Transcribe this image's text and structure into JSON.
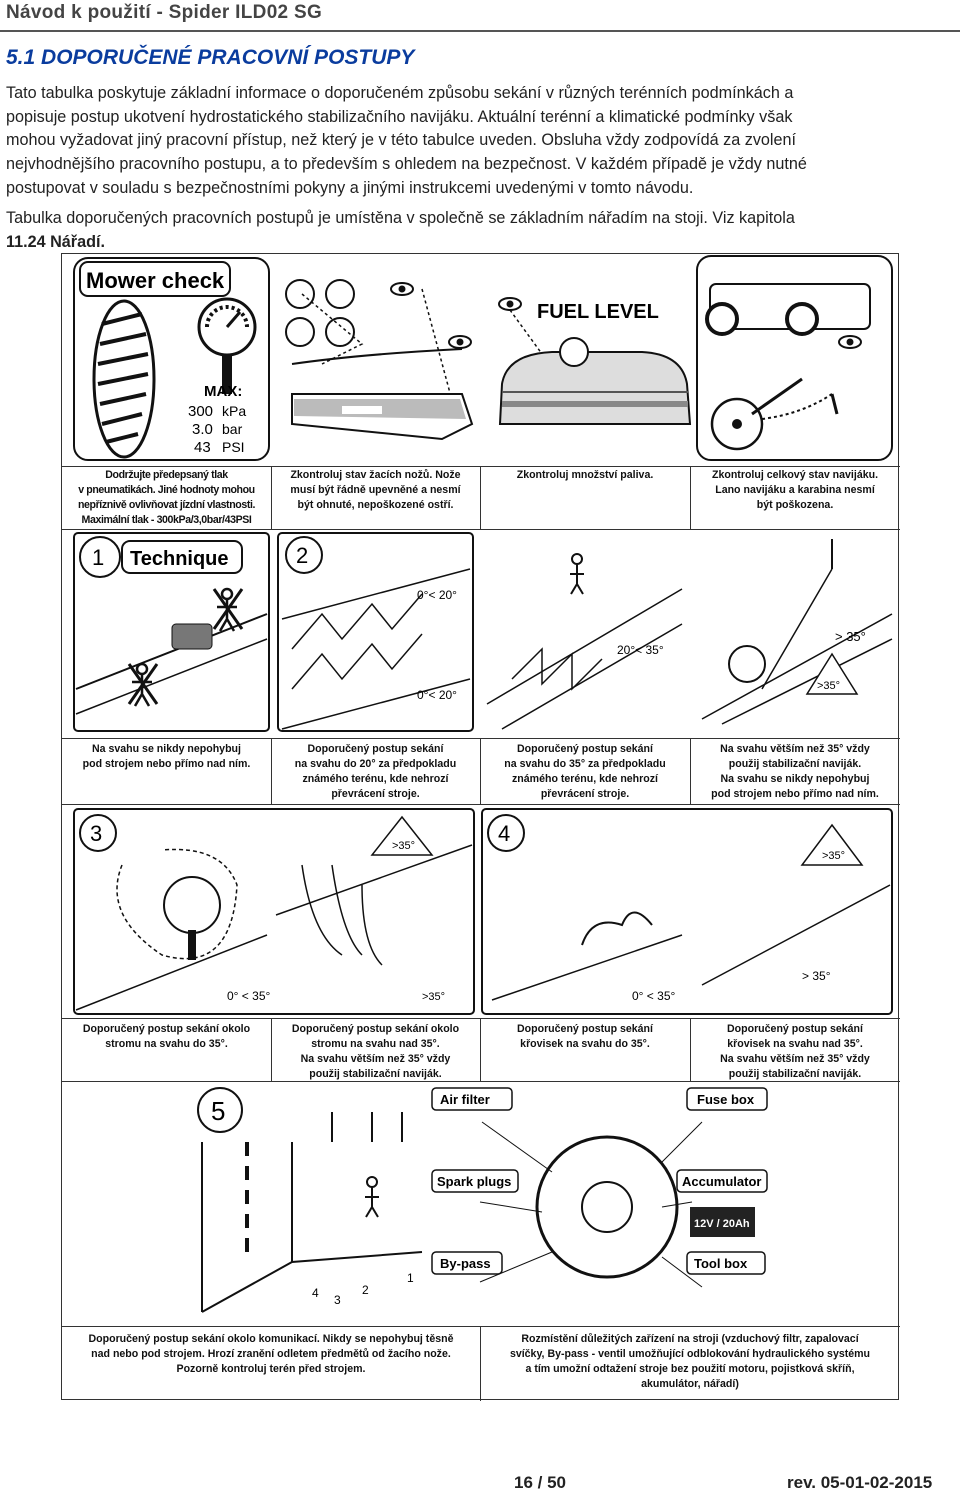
{
  "header": {
    "title": "Návod k použití - Spider ILD02 SG"
  },
  "section": {
    "title": "5.1 DOPORUČENÉ PRACOVNÍ POSTUPY"
  },
  "intro": {
    "p1_l1": "Tato tabulka poskytuje základní informace o doporučeném způsobu sekání v různých terénních podmínkách a",
    "p1_l2": "popisuje postup ukotvení hydrostatického stabilizačního navijáku. Aktuální terénní a klimatické podmínky však",
    "p1_l3": "mohou vyžadovat jiný pracovní přístup, než který je v této tabulce uveden. Obsluha vždy zodpovídá za zvolení",
    "p1_l4": "nejvhodnějšího pracovního postupu, a to především s ohledem na bezpečnost. V každém případě je vždy nutné",
    "p1_l5": "postupovat v souladu s bezpečnostními pokyny a jinými instrukcemi uvedenými v tomto návodu.",
    "p2_l1": "Tabulka doporučených pracovních postupů je umístěna v společně se základním nářadím na stoji. Viz kapitola",
    "p2_l2": "11.24 Nářadí."
  },
  "figures": {
    "mower_check": "Mower check",
    "max": "MAX:",
    "kpa_val": "300",
    "kpa_unit": "kPa",
    "bar_val": "3.0",
    "bar_unit": "bar",
    "psi_val": "43",
    "psi_unit": "PSI",
    "fuel_level": "FUEL LEVEL",
    "technique": "Technique",
    "n1": "1",
    "n2": "2",
    "n3": "3",
    "n4": "4",
    "n5": "5",
    "angle_0_20": "0°< 20°",
    "angle_20_35": "20°< 35°",
    "angle_gt35": "> 35°",
    "angle_gt35b": ">35°",
    "angle_0_35": "0° < 35°",
    "air_filter": "Air filter",
    "spark_plugs": "Spark plugs",
    "by_pass": "By-pass",
    "fuse_box": "Fuse box",
    "accumulator": "Accumulator",
    "battery": "12V / 20Ah",
    "tool_box": "Tool box",
    "road_1": "1",
    "road_2": "2",
    "road_3": "3",
    "road_4": "4"
  },
  "captions": {
    "r1c1": [
      "Dodržujte předepsaný tlak",
      "v pneumatikách. Jiné hodnoty mohou",
      "nepříznivě ovlivňovat jízdní vlastnosti.",
      "Maximální tlak - 300kPa/3,0bar/43PSI"
    ],
    "r1c2": [
      "Zkontroluj stav žacích nožů. Nože",
      "musí být řádně upevněné a nesmí",
      "být ohnuté, nepoškozené ostří."
    ],
    "r1c3": [
      "Zkontroluj množství paliva."
    ],
    "r1c4": [
      "Zkontroluj celkový stav navijáku.",
      "Lano navijáku a karabina nesmí",
      "být poškozena."
    ],
    "r2c1": [
      "Na svahu se nikdy nepohybuj",
      "pod strojem nebo přímo nad ním."
    ],
    "r2c2": [
      "Doporučený postup sekání",
      "na svahu do 20° za předpokladu",
      "známého terénu, kde nehrozí",
      "převrácení stroje."
    ],
    "r2c3": [
      "Doporučený postup sekání",
      "na svahu do 35° za předpokladu",
      "známého terénu, kde nehrozí",
      "převrácení stroje."
    ],
    "r2c4": [
      "Na svahu větším než 35° vždy",
      "použij stabilizační naviják.",
      "Na svahu se nikdy nepohybuj",
      "pod strojem nebo přímo nad ním."
    ],
    "r3c1": [
      "Doporučený postup sekání okolo",
      "stromu na svahu do 35°."
    ],
    "r3c2": [
      "Doporučený postup sekání okolo",
      "stromu na svahu nad 35°.",
      "Na svahu větším než 35° vždy",
      "použij stabilizační naviják."
    ],
    "r3c3": [
      "Doporučený postup sekání",
      "křovisek na svahu do 35°."
    ],
    "r3c4": [
      "Doporučený postup sekání",
      "křovisek na svahu nad 35°.",
      "Na svahu větším než 35° vždy",
      "použij stabilizační naviják."
    ],
    "r4c1": [
      "Doporučený postup sekání okolo komunikací. Nikdy se nepohybuj těsně",
      "nad nebo pod strojem. Hrozí zranění odletem předmětů od žacího nože.",
      "Pozorně kontroluj terén před strojem."
    ],
    "r4c2": [
      "Rozmístění důležitých zařízení na stroji (vzduchový filtr, zapalovací",
      "svíčky, By-pass - ventil umožňující odblokování hydraulického systému",
      "a tím umožní odtažení stroje bez použití motoru, pojistková skříň,",
      "akumulátor, nářadí)"
    ]
  },
  "footer": {
    "page": "16 / 50",
    "rev": "rev. 05-01-02-2015"
  }
}
